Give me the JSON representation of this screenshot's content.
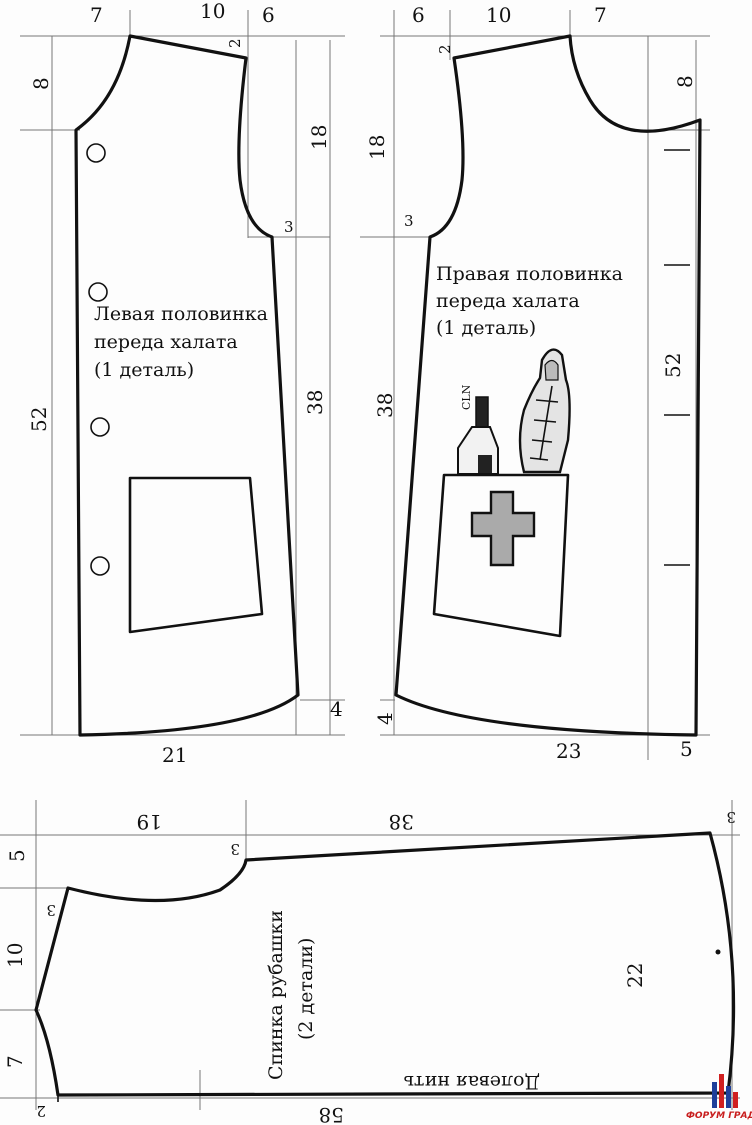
{
  "left_front": {
    "dims": {
      "top_a": "7",
      "top_b": "10",
      "top_c": "6",
      "shoulder": "2",
      "neck": "8",
      "armhole": "18",
      "armhole_depth": "3",
      "side": "38",
      "length": "52",
      "bottom": "21",
      "hem_rise": "4"
    },
    "label": [
      "Левая половинка",
      "переда халата",
      "(1 деталь)"
    ]
  },
  "right_front": {
    "dims": {
      "top_a": "6",
      "top_b": "10",
      "top_c": "7",
      "shoulder": "2",
      "neck": "8",
      "armhole": "18",
      "armhole_depth": "3",
      "side": "38",
      "length": "52",
      "bottom": "23",
      "hem_ext": "5",
      "hem_rise": "4"
    },
    "label": [
      "Правая половинка",
      "переда халата",
      "(1 деталь)"
    ],
    "bottle_label": "CLN"
  },
  "back": {
    "dims": {
      "top_a": "19",
      "top_b": "38",
      "corner_a": "3",
      "corner_b": "3",
      "left_a": "5",
      "left_b": "10",
      "left_c": "7",
      "corner_c": "3",
      "corner_d": "2",
      "bottom": "58",
      "right": "22"
    },
    "label": [
      "Спинка рубашки",
      "(2 детали)"
    ],
    "grain": "Долевая нить"
  },
  "watermark": "ФОРУМ ГРАД"
}
